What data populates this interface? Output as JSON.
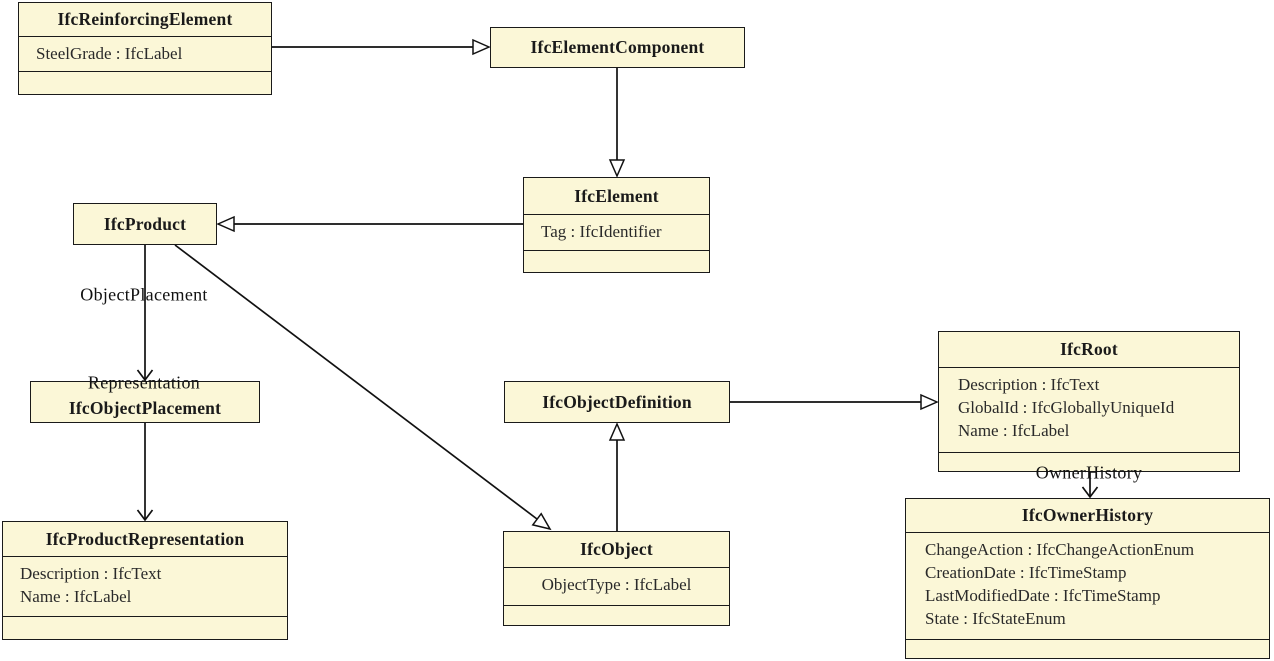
{
  "diagram": {
    "type": "uml-class-diagram",
    "subject": "IFC entity inheritance and associations",
    "colors": {
      "class_fill": "#FBF7D7",
      "border": "#1A1A1A",
      "background": "#FFFFFF"
    },
    "classes": [
      {
        "title": "IfcReinforcingElement",
        "attributes": [
          "SteelGrade : IfcLabel"
        ]
      },
      {
        "title": "IfcElementComponent",
        "attributes": []
      },
      {
        "title": "IfcElement",
        "attributes": [
          "Tag : IfcIdentifier"
        ]
      },
      {
        "title": "IfcProduct",
        "attributes": []
      },
      {
        "title": "IfcObjectPlacement",
        "attributes": []
      },
      {
        "title": "IfcProductRepresentation",
        "attributes": [
          "Description : IfcText",
          "Name : IfcLabel"
        ]
      },
      {
        "title": "IfcObjectDefinition",
        "attributes": []
      },
      {
        "title": "IfcObject",
        "attributes": [
          "ObjectType : IfcLabel"
        ]
      },
      {
        "title": "IfcRoot",
        "attributes": [
          "Description : IfcText",
          "GlobalId : IfcGloballyUniqueId",
          "Name : IfcLabel"
        ]
      },
      {
        "title": "IfcOwnerHistory",
        "attributes": [
          "ChangeAction : IfcChangeActionEnum",
          "CreationDate : IfcTimeStamp",
          "LastModifiedDate : IfcTimeStamp",
          "State : IfcStateEnum"
        ]
      }
    ],
    "relations": [
      {
        "from": "IfcReinforcingElement",
        "to": "IfcElementComponent",
        "type": "inheritance"
      },
      {
        "from": "IfcElementComponent",
        "to": "IfcElement",
        "type": "inheritance"
      },
      {
        "from": "IfcElement",
        "to": "IfcProduct",
        "type": "inheritance"
      },
      {
        "from": "IfcProduct",
        "to": "IfcObject",
        "type": "inheritance"
      },
      {
        "from": "IfcObject",
        "to": "IfcObjectDefinition",
        "type": "inheritance"
      },
      {
        "from": "IfcObjectDefinition",
        "to": "IfcRoot",
        "type": "inheritance"
      },
      {
        "from": "IfcProduct",
        "to": "IfcObjectPlacement",
        "type": "association",
        "label": "ObjectPlacement"
      },
      {
        "from": "IfcObjectPlacement",
        "to": "IfcProductRepresentation",
        "type": "association",
        "label": "Representation"
      },
      {
        "from": "IfcRoot",
        "to": "IfcOwnerHistory",
        "type": "association",
        "label": "OwnerHistory"
      }
    ]
  }
}
